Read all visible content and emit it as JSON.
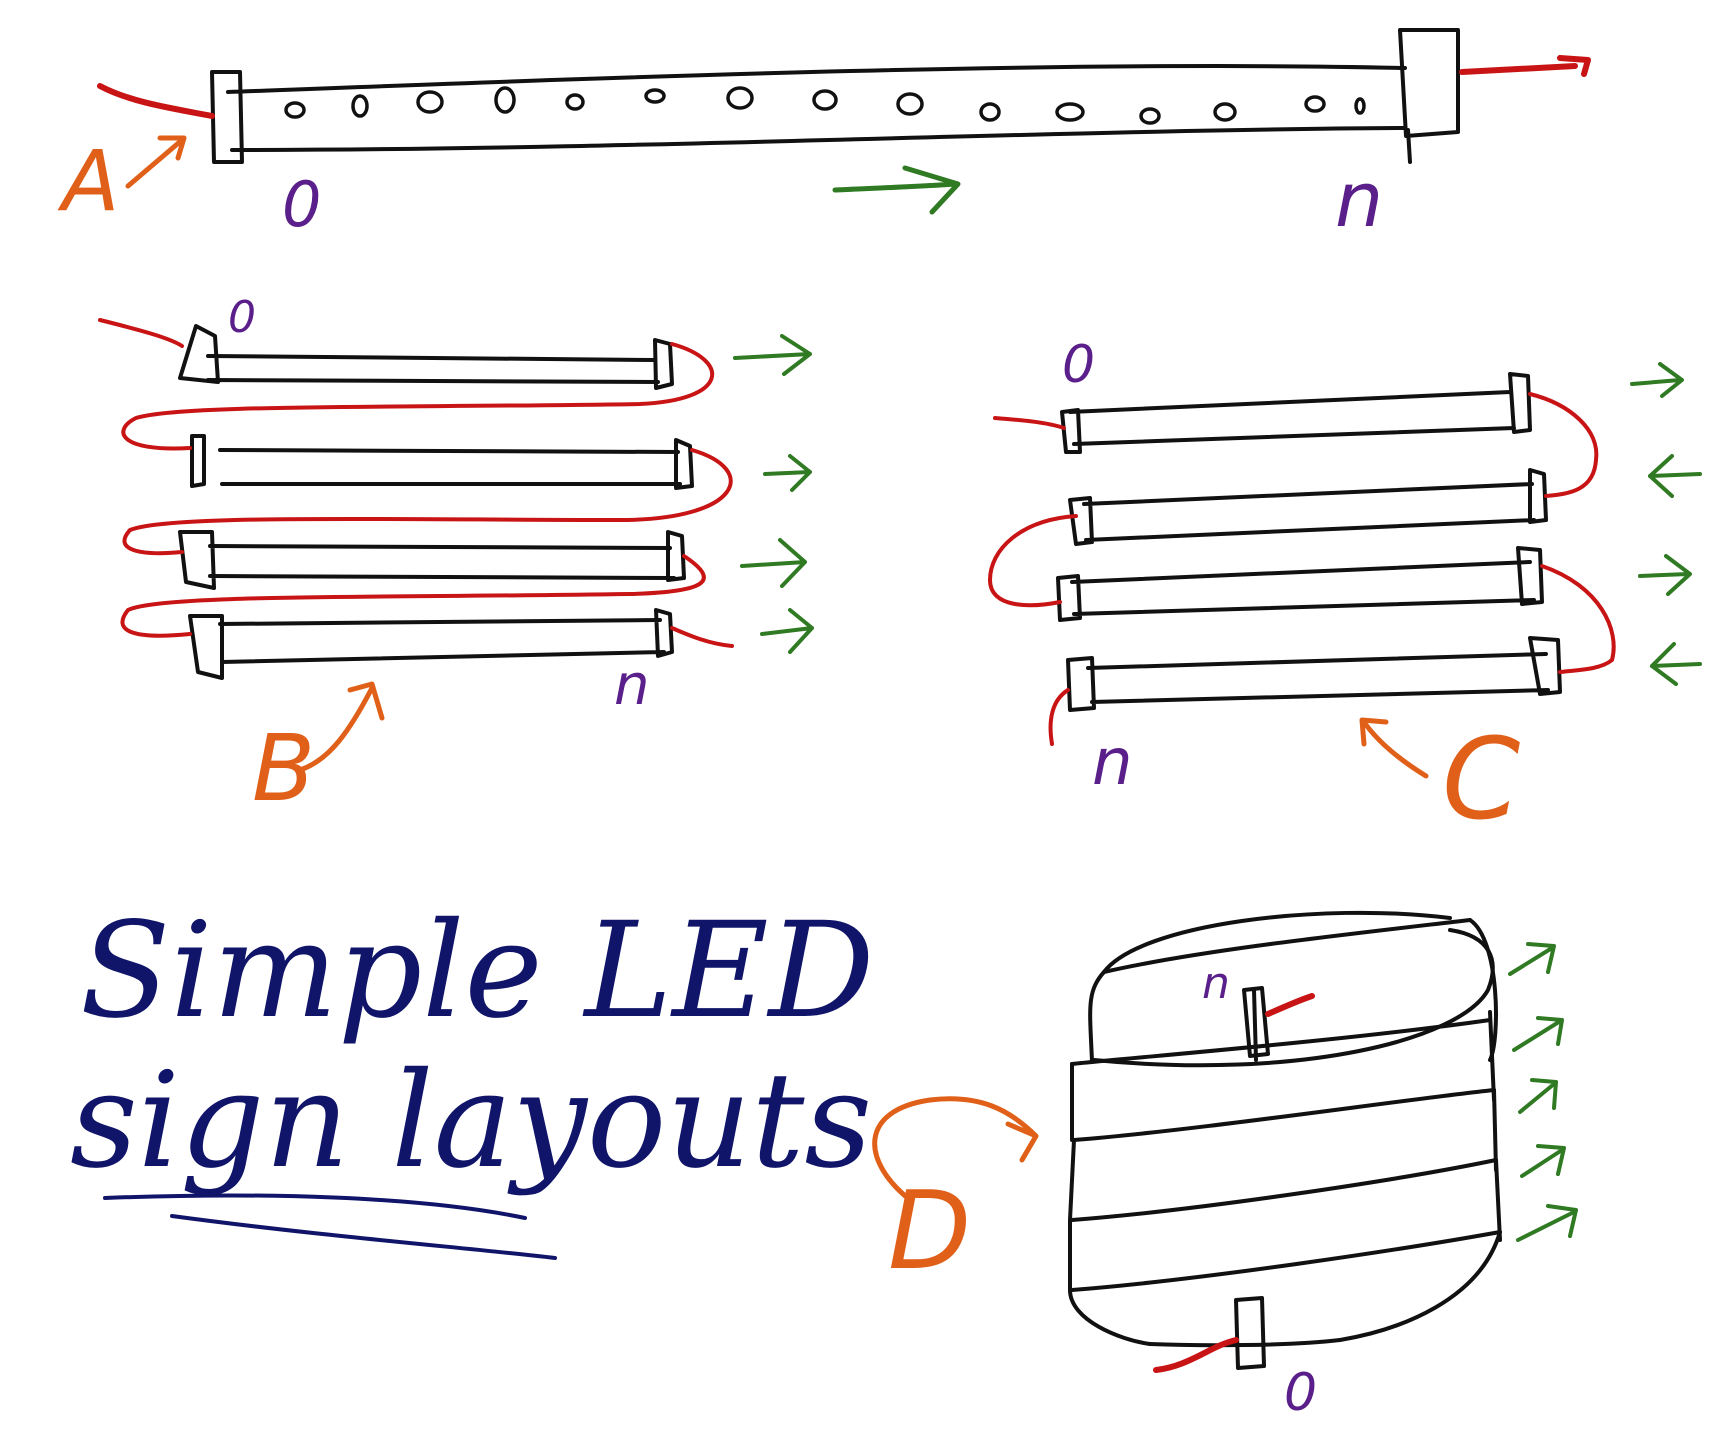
{
  "title": {
    "line1": "Simple LED",
    "line2": "sign layouts"
  },
  "layouts": [
    {
      "label": "A",
      "start_label": "0",
      "end_label": "n"
    },
    {
      "label": "B",
      "start_label": "0",
      "end_label": "n"
    },
    {
      "label": "C",
      "start_label": "0",
      "end_label": "n"
    },
    {
      "label": "D",
      "start_label": "0",
      "end_label": "n"
    }
  ],
  "colors": {
    "strip": "#111111",
    "wire": "#c81414",
    "layout_label": "#e0601a",
    "index_label": "#5a1f8a",
    "direction_arrow": "#2f7a22",
    "title": "#101569"
  }
}
